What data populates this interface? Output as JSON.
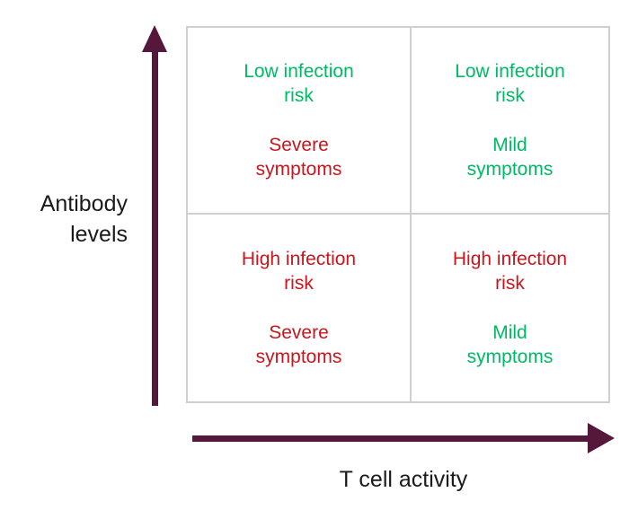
{
  "colors": {
    "green": "#00b964",
    "red": "#c9161d",
    "arrow": "#55183a",
    "text": "#1b1b1b",
    "grid_border": "#cfcfcf"
  },
  "axes": {
    "y_label_line1": "Antibody",
    "y_label_line2": "levels",
    "x_label": "T cell activity"
  },
  "quadrants": [
    {
      "position": "top-left",
      "risk_line1": "Low infection",
      "risk_line2": "risk",
      "risk_color": "#00b964",
      "symptoms_line1": "Severe",
      "symptoms_line2": "symptoms",
      "symptoms_color": "#c9161d"
    },
    {
      "position": "top-right",
      "risk_line1": "Low infection",
      "risk_line2": "risk",
      "risk_color": "#00b964",
      "symptoms_line1": "Mild",
      "symptoms_line2": "symptoms",
      "symptoms_color": "#00b964"
    },
    {
      "position": "bottom-left",
      "risk_line1": "High infection",
      "risk_line2": "risk",
      "risk_color": "#c9161d",
      "symptoms_line1": "Severe",
      "symptoms_line2": "symptoms",
      "symptoms_color": "#c9161d"
    },
    {
      "position": "bottom-right",
      "risk_line1": "High infection",
      "risk_line2": "risk",
      "risk_color": "#c9161d",
      "symptoms_line1": "Mild",
      "symptoms_line2": "symptoms",
      "symptoms_color": "#00b964"
    }
  ]
}
